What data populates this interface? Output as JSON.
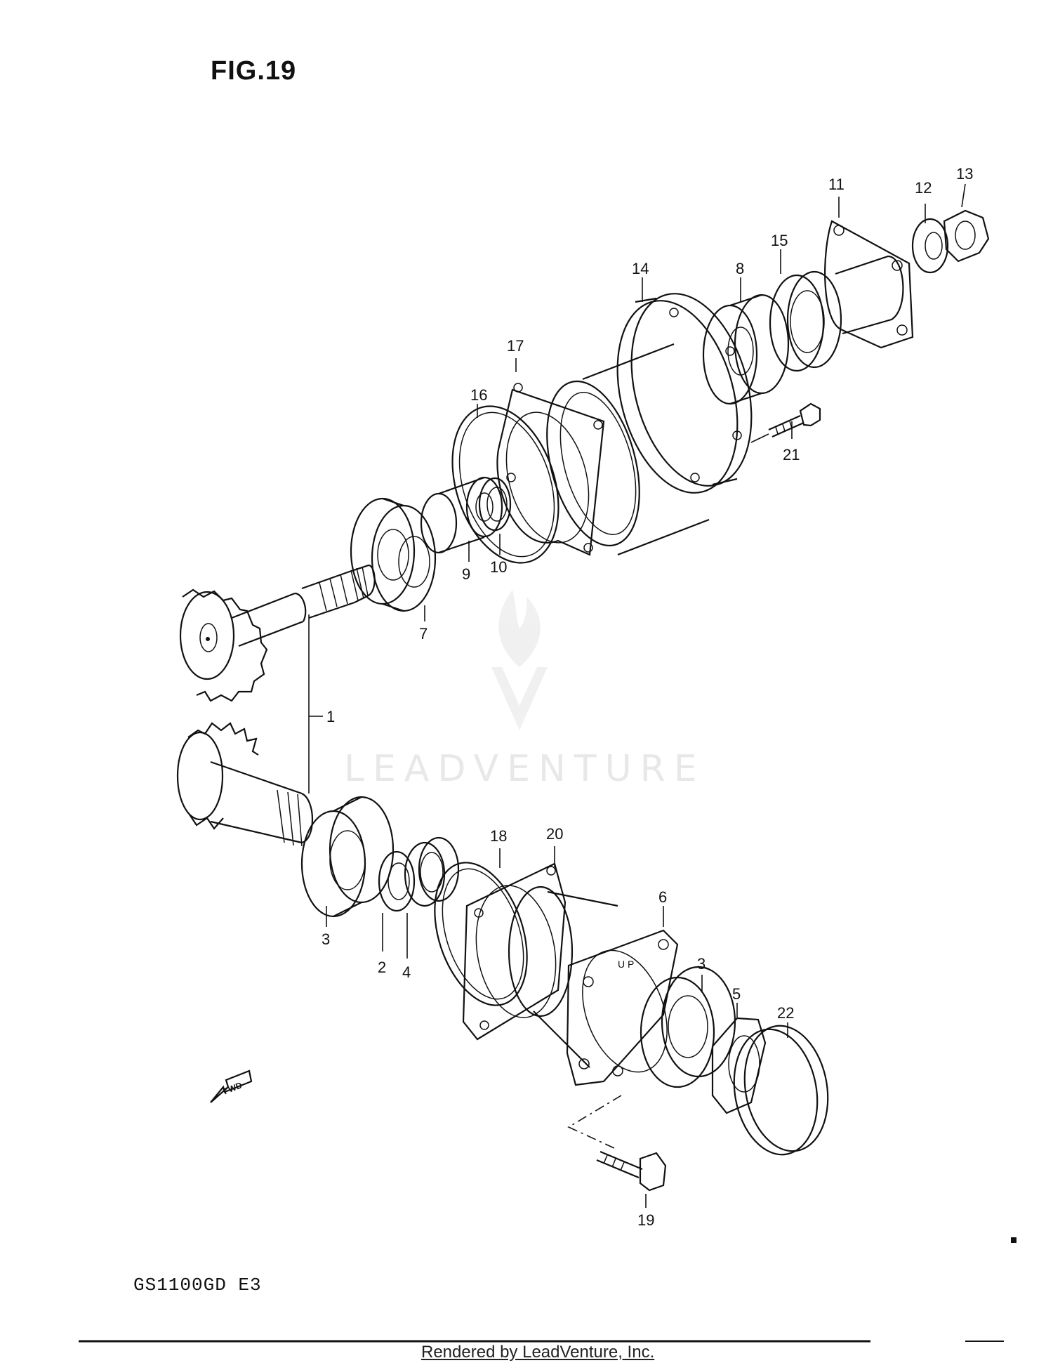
{
  "figure": {
    "title": "FIG.19"
  },
  "model": "GS1100GD E3",
  "footer": "Rendered by LeadVenture, Inc.",
  "watermark": {
    "text": "LEADVENTURE"
  },
  "direction_arrow": {
    "label": "FWD"
  },
  "callouts": [
    "1",
    "2",
    "3",
    "4",
    "5",
    "6",
    "7",
    "8",
    "9",
    "10",
    "11",
    "12",
    "13",
    "14",
    "15",
    "16",
    "17",
    "18",
    "19",
    "20",
    "21",
    "22",
    "3"
  ]
}
